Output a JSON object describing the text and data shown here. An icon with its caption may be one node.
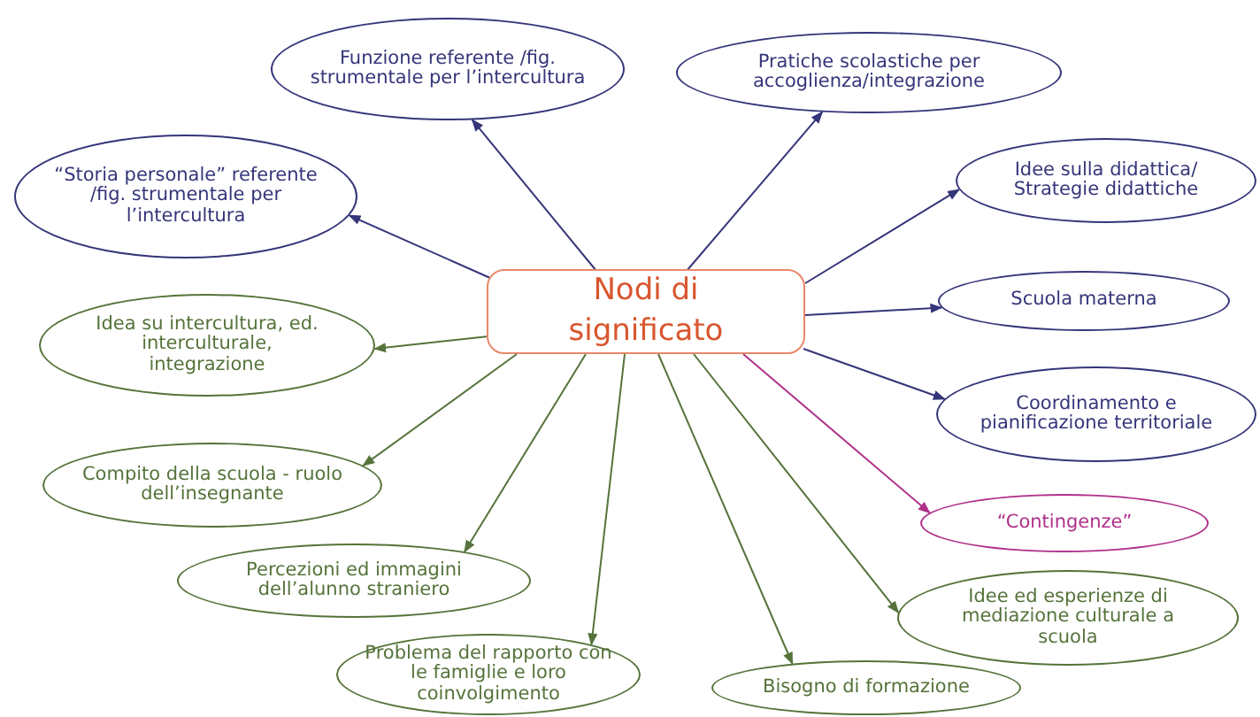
{
  "diagram": {
    "nodes": [
      {
        "text": [
          "Funzione referente /fig. strumentale per l’intercultura"
        ]
      },
      {
        "text": [
          "Pratiche scolastiche per accoglienza/integrazione"
        ]
      },
      {
        "text": [
          "“Storia personale” referente /fig. strumentale per l’intercultura"
        ]
      },
      {
        "text": [
          "Idee sulla didattica/ Strategie didattiche"
        ]
      },
      {
        "text": [
          "Nodi di significato"
        ]
      },
      {
        "text": [
          "Scuola materna"
        ]
      },
      {
        "text": [
          "Idea su intercultura, ed. interculturale, integrazione"
        ]
      },
      {
        "text": [
          "Coordinamento e pianificazione territoriale"
        ]
      },
      {
        "text": [
          "Compito della scuola - ruolo dell’insegnante"
        ]
      },
      {
        "text": [
          "“Contingenze”"
        ]
      },
      {
        "text": [
          "Percezioni ed immagini dell’alunno straniero"
        ]
      },
      {
        "text": [
          "Idee ed esperienze di mediazione culturale a scuola"
        ]
      },
      {
        "text": [
          "Problema del rapporto con le famiglie e loro coinvolgimento"
        ]
      },
      {
        "text": [
          "Bisogno di formazione"
        ]
      }
    ],
    "edges": [
      {
        "from": 4,
        "to": 0,
        "arrow": "to"
      },
      {
        "from": 4,
        "to": 1,
        "arrow": "to"
      },
      {
        "from": 4,
        "to": 2,
        "arrow": "to"
      },
      {
        "from": 4,
        "to": 3,
        "arrow": "to"
      },
      {
        "from": 4,
        "to": 5,
        "arrow": "to"
      },
      {
        "from": 4,
        "to": 6,
        "arrow": "to",
        "color": "#55733a"
      },
      {
        "from": 4,
        "to": 7,
        "arrow": "to"
      },
      {
        "from": 4,
        "to": 8,
        "arrow": "to",
        "color": "#55733a"
      },
      {
        "from": 4,
        "to": 9,
        "arrow": "to",
        "color": "#b0308a"
      },
      {
        "from": 4,
        "to": 10,
        "arrow": "to",
        "color": "#55733a"
      },
      {
        "from": 4,
        "to": 11,
        "arrow": "to",
        "color": "#55733a"
      },
      {
        "from": 4,
        "to": 12,
        "arrow": "to",
        "color": "#55733a"
      },
      {
        "from": 4,
        "to": 13,
        "arrow": "to",
        "color": "#55733a"
      }
    ]
  }
}
